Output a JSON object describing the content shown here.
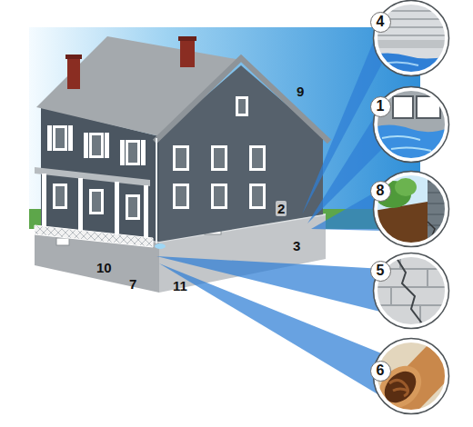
{
  "diagram": {
    "nodes": [
      {
        "text": [
          "4"
        ]
      },
      {
        "text": [
          "1"
        ]
      },
      {
        "text": [
          "8"
        ]
      },
      {
        "text": [
          "5"
        ]
      },
      {
        "text": [
          "6"
        ]
      }
    ],
    "labels": [
      "9",
      "2",
      "3",
      "10",
      "7",
      "11"
    ]
  }
}
